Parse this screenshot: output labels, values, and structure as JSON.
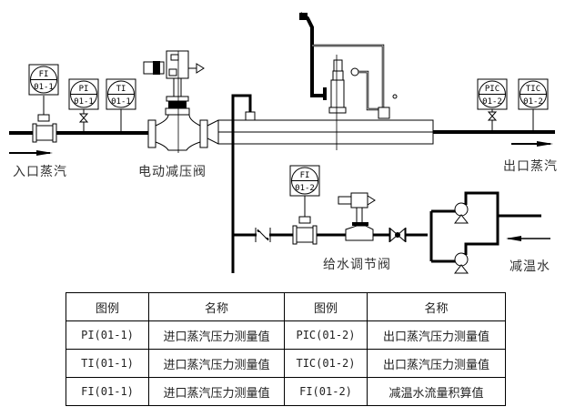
{
  "labels": {
    "inlet_steam": "入口蒸汽",
    "electric_pressure_reducing_valve": "电动减压阀",
    "outlet_steam": "出口蒸汽",
    "feedwater_control_valve": "给水调节阀",
    "desuperheating_water": "减温水"
  },
  "instruments": [
    {
      "id": "fi-01-1",
      "top": "FI",
      "bottom": "01-1"
    },
    {
      "id": "pi-01-1",
      "top": "PI",
      "bottom": "01-1"
    },
    {
      "id": "ti-01-1",
      "top": "TI",
      "bottom": "01-1"
    },
    {
      "id": "pic-01-2",
      "top": "PIC",
      "bottom": "01-2"
    },
    {
      "id": "tic-01-2",
      "top": "TIC",
      "bottom": "01-2"
    },
    {
      "id": "fi-01-2",
      "top": "FI",
      "bottom": "01-2"
    }
  ],
  "legend": {
    "headers": [
      "图例",
      "名称",
      "图例",
      "名称"
    ],
    "rows": [
      [
        "PI(01-1)",
        "进口蒸汽压力测量值",
        "PIC(01-2)",
        "出口蒸汽压力测量值"
      ],
      [
        "TI(01-1)",
        "进口蒸汽压力测量值",
        "TIC(01-2)",
        "出口蒸汽压力测量值"
      ],
      [
        "FI(01-1)",
        "进口蒸汽压力测量值",
        "FI(01-2)",
        "减温水流量积算值"
      ]
    ]
  }
}
